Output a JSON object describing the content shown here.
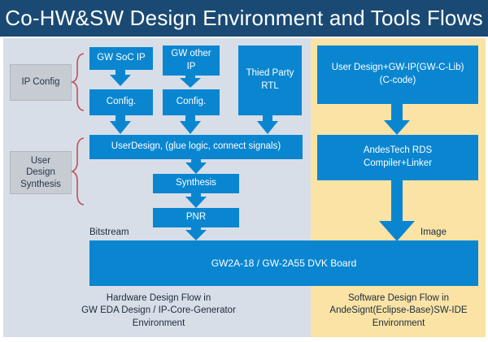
{
  "header": {
    "title": "Co-HW&SW Design Environment and Tools Flows"
  },
  "side_labels": {
    "ip_config": "IP Config",
    "user_design_synthesis": "User\nDesign\nSynthesis"
  },
  "hw_flow": {
    "gw_soc_ip": "GW SoC IP",
    "gw_other_ip": "GW other\nIP",
    "third_party_rtl": "Thied Party\nRTL",
    "config_1": "Config.",
    "config_2": "Config.",
    "user_design": "UserDesign, (glue logic, connect signals)",
    "synthesis": "Synthesis",
    "pnr": "PNR",
    "bitstream": "Bitstream",
    "caption": "Hardware Design Flow in\nGW EDA Design / IP-Core-Generator\nEnvironment"
  },
  "sw_flow": {
    "user_design_ip": "User Design+GW-IP(GW-C-Lib)\n(C-code)",
    "rds": "AndesTech RDS\nCompiler+Linker",
    "image": "Image",
    "caption": "Software Design Flow in\nAndeSignt(Eclipse-Base)SW-IDE\nEnvironment"
  },
  "board": {
    "label": "GW2A-18 / GW-2A55 DVK Board"
  },
  "colors": {
    "title_bar": "#1a4a73",
    "box_blue": "#0a86d1",
    "hw_panel": "#d8dee8",
    "sw_panel": "#fbe3a6",
    "bracket": "#c0505a"
  }
}
